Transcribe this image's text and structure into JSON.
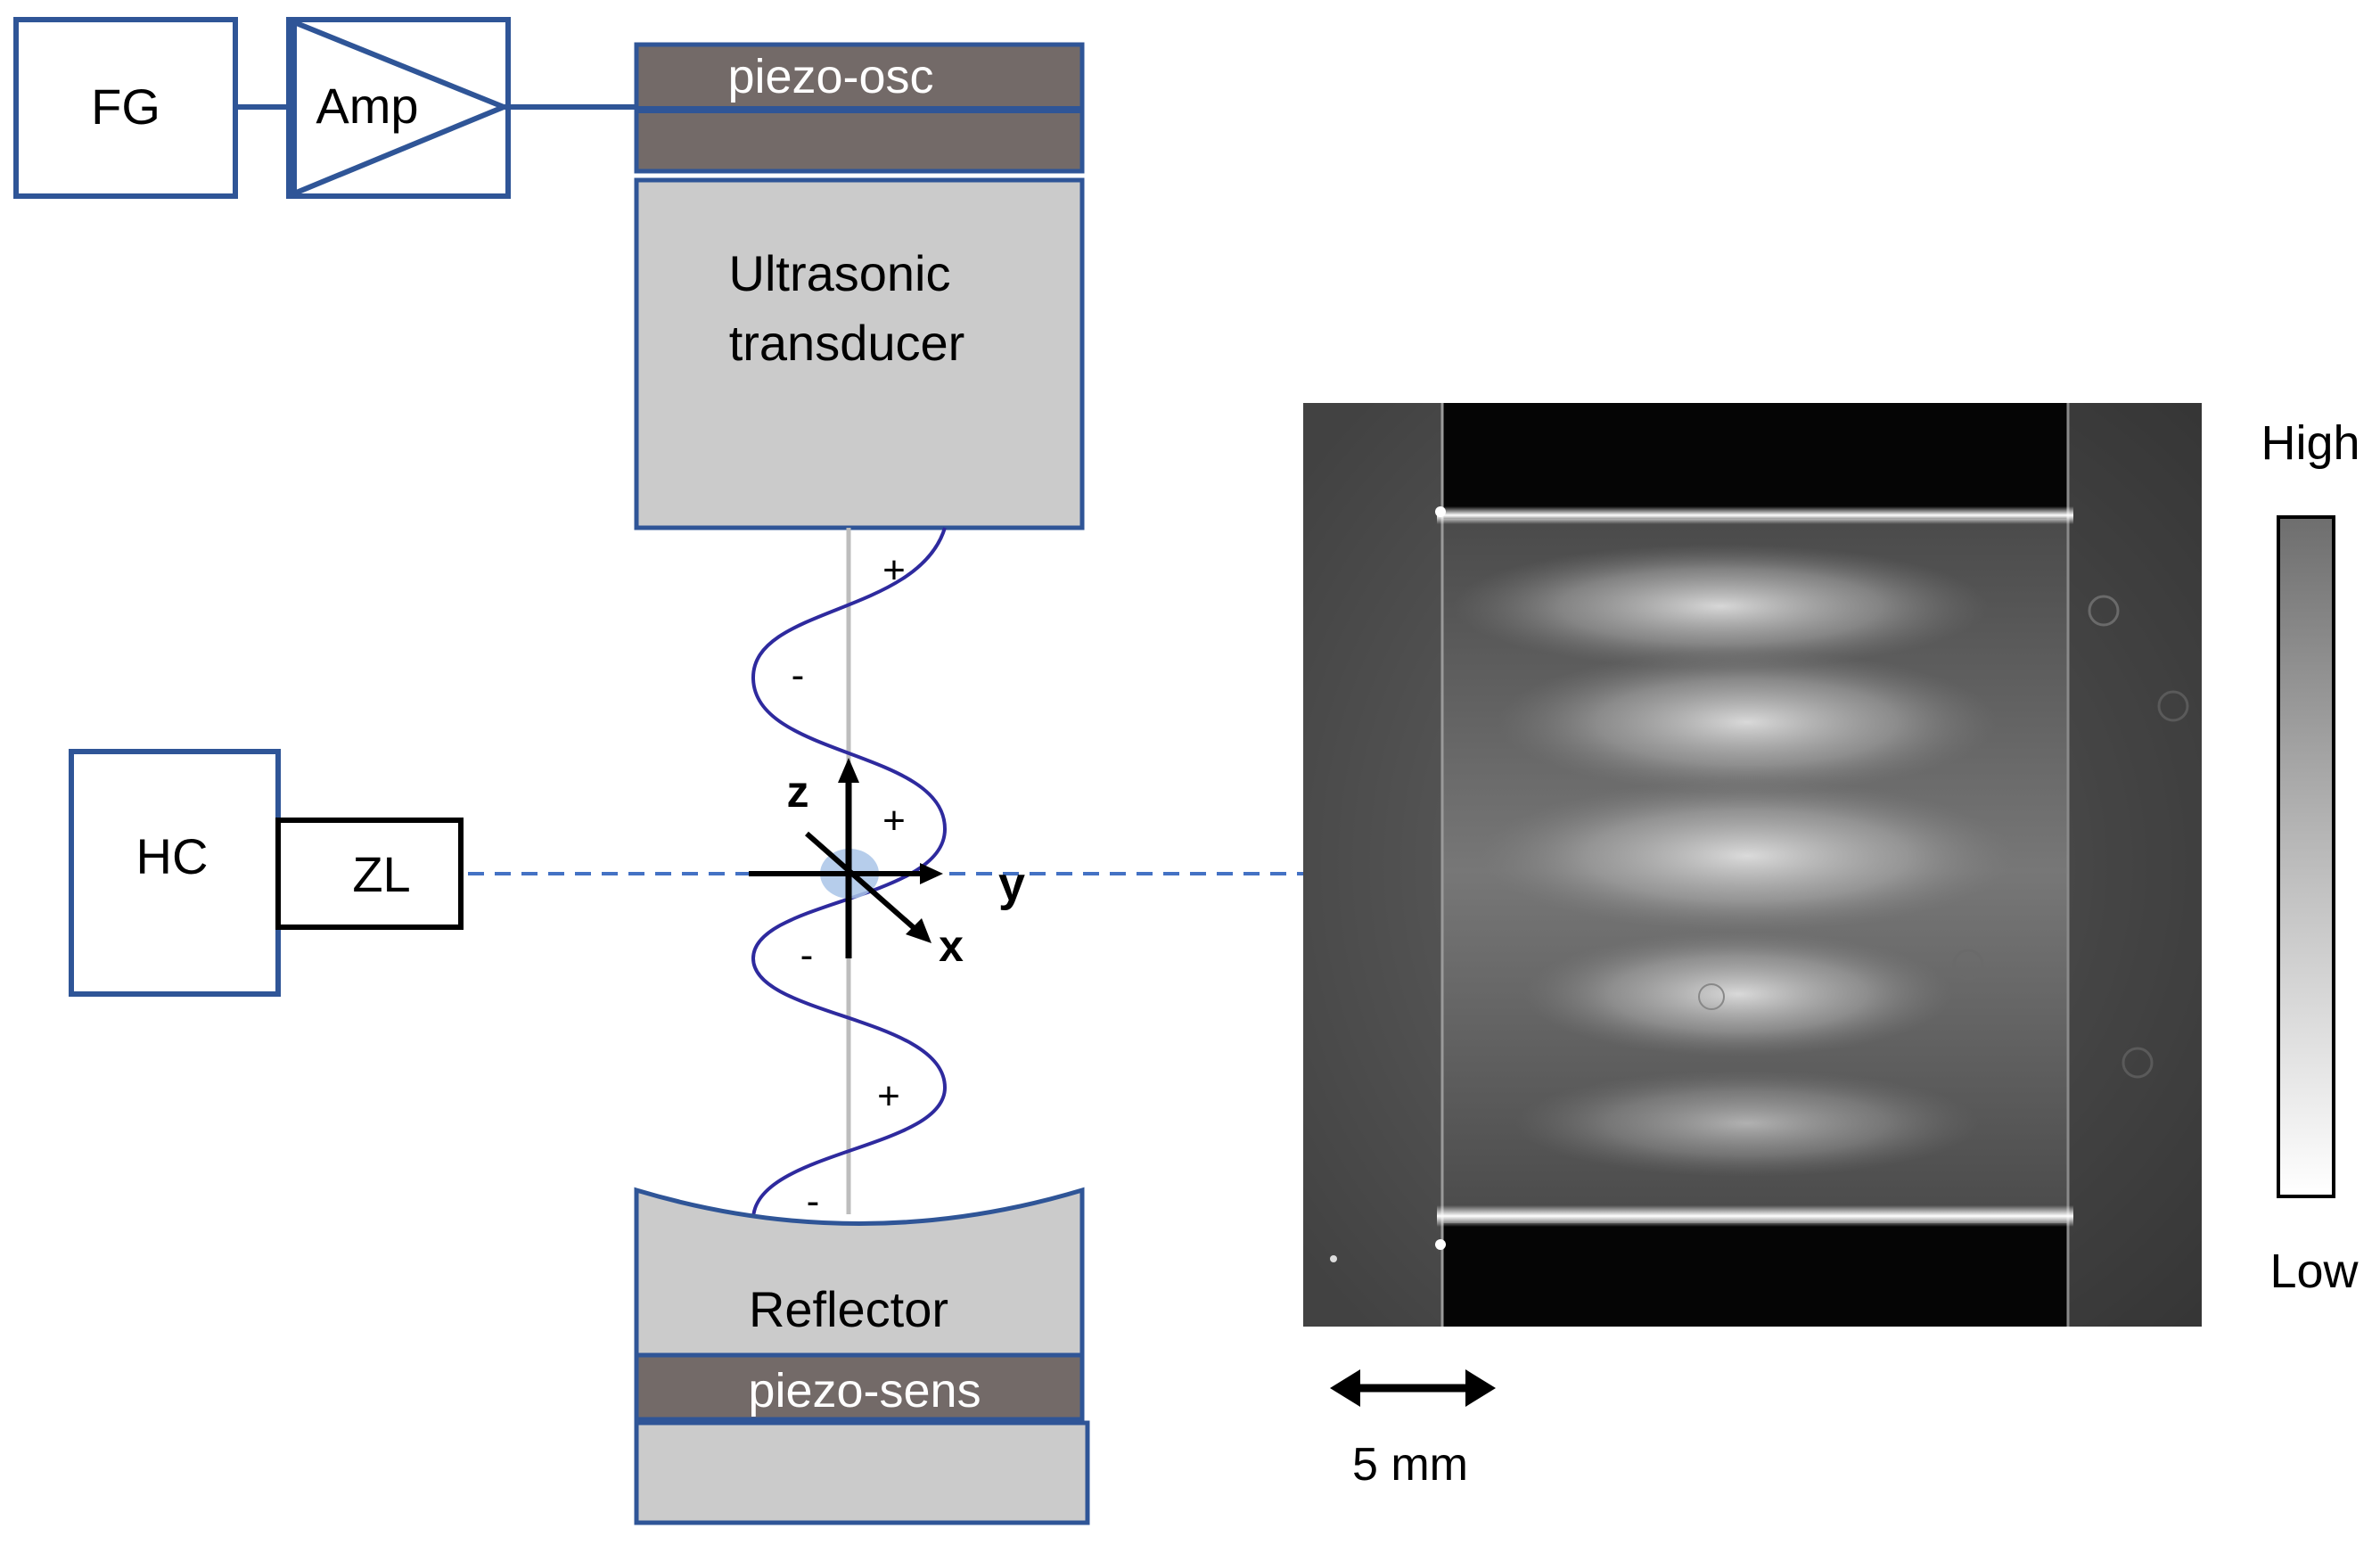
{
  "labels": {
    "fg": "FG",
    "amp": "Amp",
    "piezo_osc": "piezo-osc",
    "transducer_line1": "Ultrasonic",
    "transducer_line2": "transducer",
    "hc": "HC",
    "zl": "ZL",
    "reflector": "Reflector",
    "piezo_sens": "piezo-sens",
    "axis_z": "z",
    "axis_y": "y",
    "axis_x": "x",
    "sign_plus": "+",
    "sign_minus": "-",
    "scale_label": "5 mm",
    "colorbar_high": "High",
    "colorbar_low": "Low"
  },
  "colors": {
    "outline_blue": "#2f5597",
    "wave_navy": "#2e2a9e",
    "dashed_blue": "#4472c4",
    "piezo_gray": "#736a68",
    "body_gray": "#cbcbcb",
    "axis_black": "#000000"
  },
  "icons": {
    "amp": "amplifier-triangle-icon",
    "axes": "xyz-axes-icon",
    "scale": "double-arrow-icon"
  }
}
